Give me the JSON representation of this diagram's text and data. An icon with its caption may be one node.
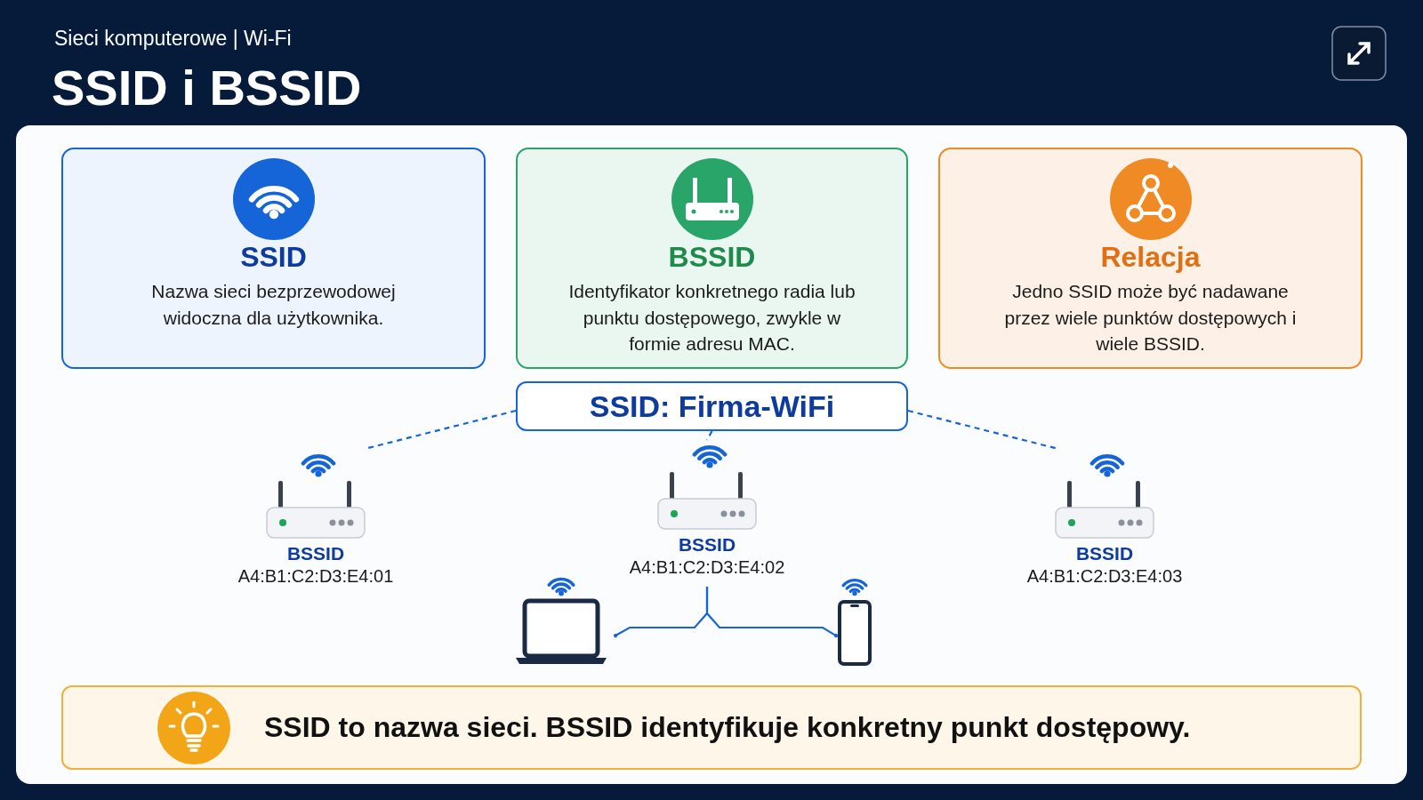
{
  "diagram": {
    "title": "SSID i BSSID",
    "nodes": [
      {
        "text": [
          "SSID",
          "Nazwa sieci bezprzewodowej widoczna dla użytkownika."
        ]
      },
      {
        "text": [
          "BSSID",
          "Identyfikator konkretnego radia lub punktu dostępowego, zwykle w formie adresu MAC."
        ]
      },
      {
        "text": [
          "Relacja",
          "Jedno SSID może być nadawane przez wiele punktów dostępowych i wiele BSSID."
        ]
      },
      {
        "text": [
          "SSID: Firma-WiFi"
        ]
      },
      {
        "text": [
          "BSSID",
          "A4:B1:C2:D3:E4:01"
        ]
      },
      {
        "text": [
          "BSSID",
          "A4:B1:C2:D3:E4:02"
        ]
      },
      {
        "text": [
          "BSSID",
          "A4:B1:C2:D3:E4:03"
        ]
      },
      {
        "text": [],
        "shape": "laptop"
      },
      {
        "text": [],
        "shape": "phone"
      },
      {
        "text": [
          "SSID to nazwa sieci. BSSID identyfikuje konkretny punkt dostępowy."
        ]
      }
    ],
    "edges": [
      {
        "from": 3,
        "to": 4,
        "arrow": "none",
        "style": "dashed"
      },
      {
        "from": 3,
        "to": 5,
        "arrow": "none",
        "style": "dashed"
      },
      {
        "from": 3,
        "to": 6,
        "arrow": "none",
        "style": "dashed"
      },
      {
        "from": 5,
        "to": 7,
        "arrow": "other"
      },
      {
        "from": 5,
        "to": 8,
        "arrow": "other"
      }
    ],
    "labels": [
      "Sieci komputerowe | Wi-Fi"
    ]
  }
}
